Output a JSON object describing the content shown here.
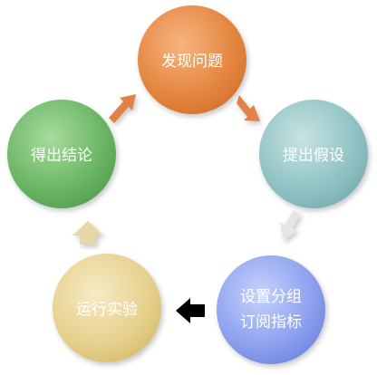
{
  "diagram": {
    "nodes": [
      {
        "id": "discover",
        "lines": [
          "发现问题"
        ],
        "color": "#E8894C"
      },
      {
        "id": "hypothesis",
        "lines": [
          "提出假设"
        ],
        "color": "#8FC3C4"
      },
      {
        "id": "setup",
        "lines": [
          "设置分组",
          "订阅指标"
        ],
        "color": "#90A4F0"
      },
      {
        "id": "experiment",
        "lines": [
          "运行实验"
        ],
        "color": "#E9D48F"
      },
      {
        "id": "conclusion",
        "lines": [
          "得出结论"
        ],
        "color": "#6FB768"
      }
    ],
    "arrows": [
      {
        "from": "conclusion",
        "to": "discover",
        "color": "#E0824A"
      },
      {
        "from": "discover",
        "to": "hypothesis",
        "color": "#E0824A"
      },
      {
        "from": "hypothesis",
        "to": "setup",
        "color": "#E8E8E8"
      },
      {
        "from": "setup",
        "to": "experiment",
        "color": "#000000"
      },
      {
        "from": "experiment",
        "to": "conclusion",
        "color": "#E7D6A6"
      }
    ]
  }
}
